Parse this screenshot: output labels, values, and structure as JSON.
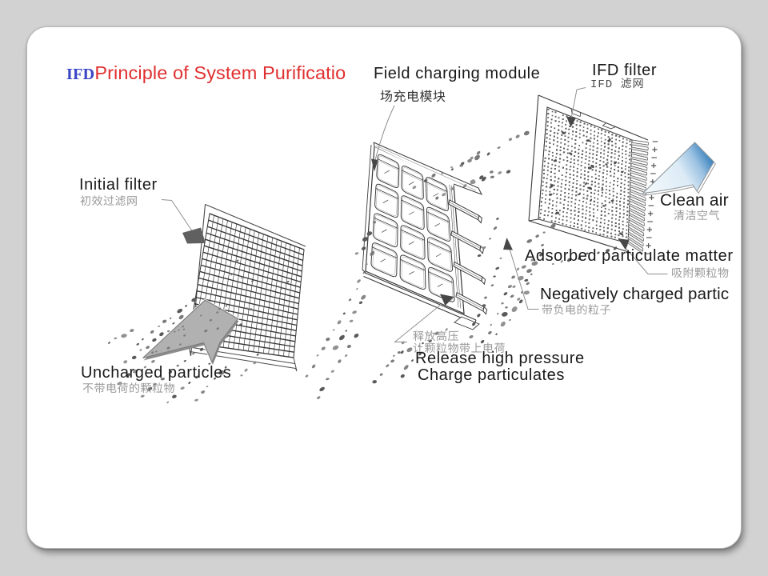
{
  "page": {
    "background_color": "#d2d2d2",
    "slide_color": "#ffffff"
  },
  "title": {
    "prefix": "IFD",
    "prefix_color": "#3a44c6",
    "text": "Principle of System Purificatio",
    "color": "#e03030"
  },
  "labels": {
    "field_charging_module": {
      "en": "Field charging module",
      "zh": "场充电模块"
    },
    "ifd_filter": {
      "en": "IFD filter",
      "zh": "IFD 滤网"
    },
    "initial_filter": {
      "en": "Initial filter",
      "zh": "初效过滤网"
    },
    "clean_air": {
      "en": "Clean air",
      "zh": "清洁空气"
    },
    "adsorbed_particulate_matter": {
      "en": "Adsorbed particulate matter",
      "zh": "吸附颗粒物"
    },
    "negatively_charged_particles": {
      "en": "Negatively charged partic",
      "zh": "带负电的粒子"
    },
    "uncharged_particles": {
      "en": "Uncharged particles",
      "zh": "不带电荷的颗粒物"
    },
    "release_high_pressure": {
      "zh_line1": "释放高压",
      "zh_line2": "让颗粒物带上电荷",
      "en_line1": "Release high pressure",
      "en_line2": "Charge particulates"
    }
  },
  "diagram": {
    "charge_symbols": {
      "plus": "+",
      "minus": "−"
    },
    "flow_direction": "left-to-right",
    "stages": [
      "Initial filter",
      "Field charging module",
      "IFD filter"
    ]
  }
}
